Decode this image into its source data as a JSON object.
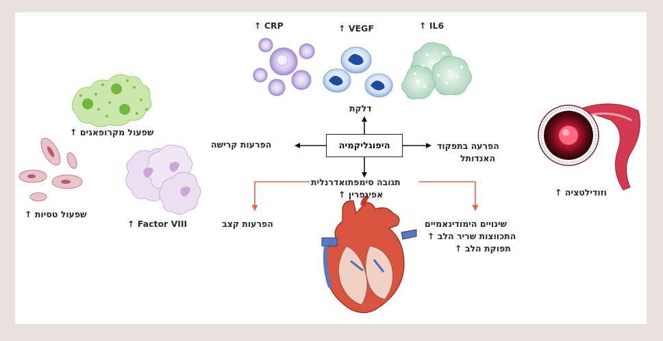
{
  "center": "היפוגליקמיה",
  "markers": {
    "crp": "CRP",
    "vegf": "VEGF",
    "il6": "IL6"
  },
  "labels": {
    "inflammation": "דלקת",
    "clotting_disorders": "הפרעות קרישה",
    "endothelial_dysfunction_line1": "הפרעה בתפקוד",
    "endothelial_dysfunction_line2": "האנדותל",
    "sympathoadrenal_response": "תגובה סימפתואדרנלית",
    "epinephrine": "אפינפרין",
    "arrhythmias": "הפרעות קצב",
    "hemodynamic_changes": "שינויים הימודינאמיים",
    "myocardial_contraction": "התכווצות שריר הלב",
    "cardiac_output": "תפוקת הלב",
    "macrophage_activation": "שפעול מקרופאגים",
    "platelet_activation": "שפעול טסיות",
    "factor_viii": "Factor VIII",
    "vasodilation": "וזודילטציה"
  },
  "arrow_symbol": "↑",
  "colors": {
    "frame": "#e7e2dd",
    "panel": "#ffffff",
    "text": "#2a2a2a",
    "black_arrow": "#111111",
    "orange_line": "#e8643c",
    "crp_cell": "#b9a2d8",
    "vegf_cell": "#1d4ba0",
    "il6_cell": "#b9dcc6",
    "macrophage": "#9bcf6a",
    "platelet": "#c47a86",
    "factor_viii_cell": "#d9c2e4",
    "vessel": "#c3203a",
    "heart": "#cf4a3a"
  }
}
